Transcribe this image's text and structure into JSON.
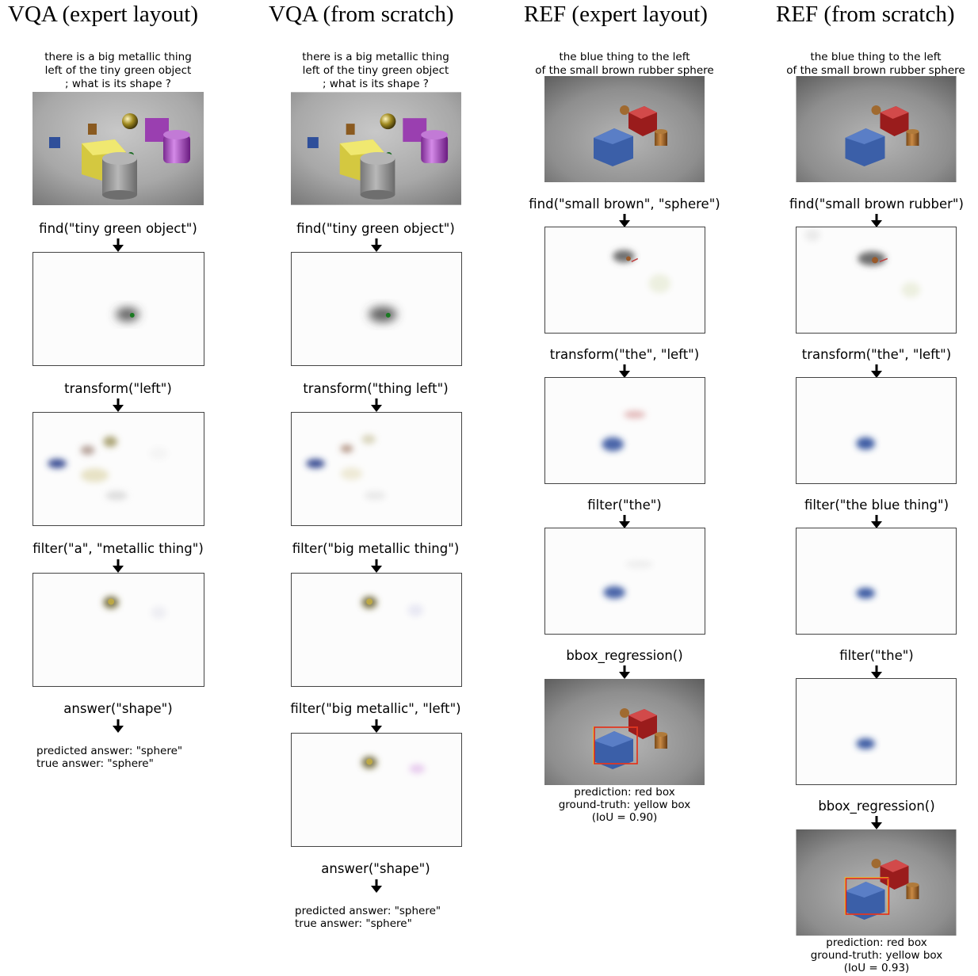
{
  "columns": [
    {
      "title": "VQA (expert layout)",
      "question": [
        "there is a big metallic thing",
        "left of the tiny green object",
        "; what is its shape ?"
      ],
      "steps": [
        "find(\"tiny green object\")",
        "transform(\"left\")",
        "filter(\"a\", \"metallic thing\")",
        "answer(\"shape\")"
      ],
      "result": [
        "predicted answer: \"sphere\"",
        "true answer: \"sphere\""
      ]
    },
    {
      "title": "VQA (from scratch)",
      "question": [
        "there is a big metallic thing",
        "left of the tiny green object",
        "; what is its shape ?"
      ],
      "steps": [
        "find(\"tiny green object\")",
        "transform(\"thing left\")",
        "filter(\"big metallic thing\")",
        "filter(\"big metallic\", \"left\")",
        "answer(\"shape\")"
      ],
      "result": [
        "predicted answer: \"sphere\"",
        "true answer: \"sphere\""
      ]
    },
    {
      "title": "REF (expert layout)",
      "question": [
        "the blue thing to the left",
        "of the small brown rubber sphere"
      ],
      "steps": [
        "find(\"small brown\", \"sphere\")",
        "transform(\"the\", \"left\")",
        "filter(\"the\")",
        "bbox_regression()"
      ],
      "result": [
        "prediction: red box",
        "ground-truth: yellow box",
        "(IoU = 0.90)"
      ]
    },
    {
      "title": "REF (from scratch)",
      "question": [
        "the blue thing to the left",
        "of the small brown rubber sphere"
      ],
      "steps": [
        "find(\"small brown rubber\")",
        "transform(\"the\", \"left\")",
        "filter(\"the blue thing\")",
        "filter(\"the\")",
        "bbox_regression()"
      ],
      "result": [
        "prediction: red box",
        "ground-truth: yellow box",
        "(IoU = 0.93)"
      ]
    }
  ]
}
